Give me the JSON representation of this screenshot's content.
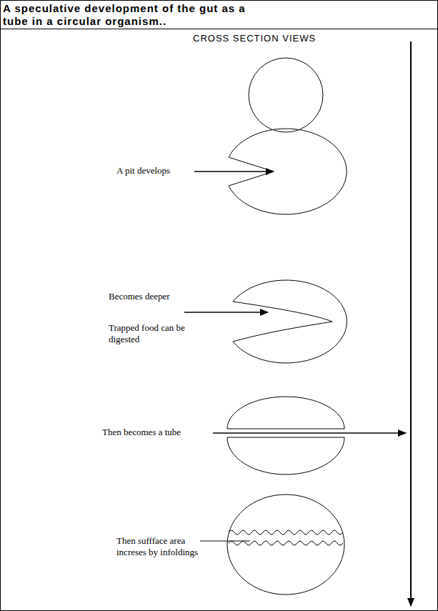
{
  "diagram": {
    "title": "A speculative development of the gut as a tube in a circular organism..",
    "labels": [
      "CROSS SECTION VIEWS",
      "A pit develops",
      "Becomes deeper",
      "Trapped food can be digested",
      "Then becomes a tube",
      "Then suffface area increses by infoldings"
    ]
  }
}
